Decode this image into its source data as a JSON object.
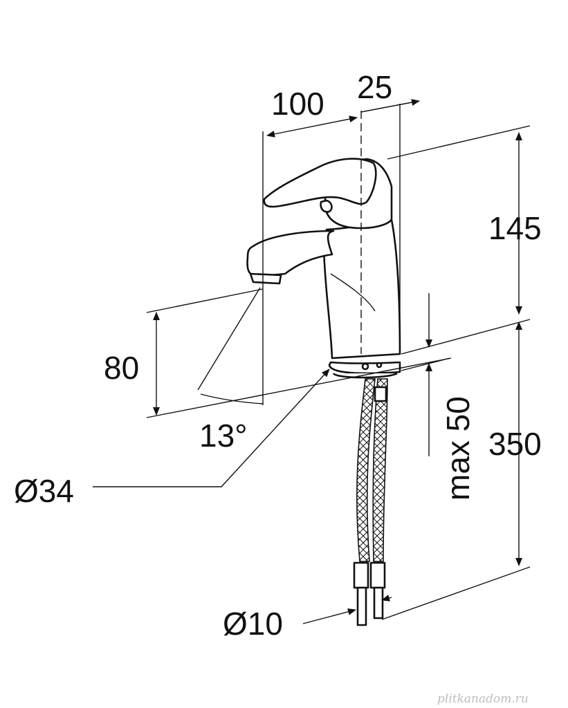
{
  "dimensions": {
    "width_100": "100",
    "width_25": "25",
    "height_145": "145",
    "height_80": "80",
    "height_350": "350",
    "max_50": "max 50",
    "angle_13": "13°",
    "dia_34": "Ø34",
    "dia_10": "Ø10"
  },
  "watermark": "plitkanadom.ru"
}
